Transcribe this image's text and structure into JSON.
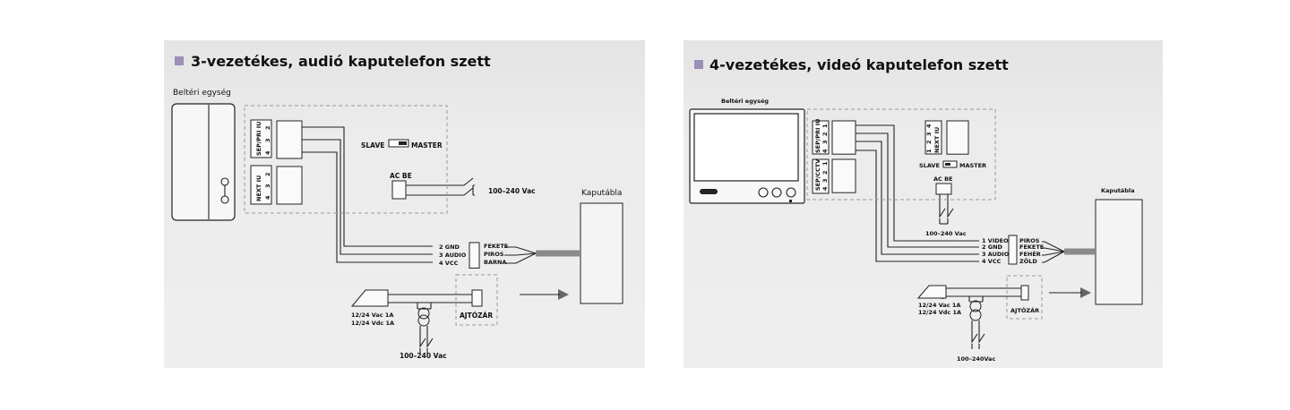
{
  "colors": {
    "accent_square": "#9b8fb6",
    "cable": "#8a8a8a",
    "background": "#e9e9e9"
  },
  "audio_panel": {
    "title": "3-vezetékes, audió kaputelefon szett",
    "indoor_unit_label": "Beltéri egység",
    "terminal_block_1_label": "SEP/PRI IU",
    "terminal_block_1_numbers": [
      "4",
      "3",
      "2"
    ],
    "terminal_block_2_label": "NEXT IU",
    "terminal_block_2_numbers": [
      "4",
      "3",
      "2"
    ],
    "slave_label": "SLAVE",
    "master_label": "MASTER",
    "power_terminal_label": "AC BE",
    "mains_label": "100–240 Vac",
    "door_panel_label": "Kaputábla",
    "wires": [
      {
        "terminal": "2 GND",
        "color": "FEKETE"
      },
      {
        "terminal": "3 AUDIO",
        "color": "PIROS"
      },
      {
        "terminal": "4 VCC",
        "color": "BARNA"
      }
    ],
    "lock_supply_lines": [
      "12/24 Vac 1A",
      "12/24 Vdc 1A"
    ],
    "lock_label": "AJTÓZÁR",
    "transformer_mains_label": "100–240 Vac"
  },
  "video_panel": {
    "title": "4-vezetékes, videó kaputelefon szett",
    "indoor_unit_label": "Beltéri egység",
    "terminal_block_1_label": "SEP/PRI IU",
    "terminal_block_1_numbers": [
      "4",
      "3",
      "2",
      "1"
    ],
    "terminal_block_2_label": "SEP/CCTV",
    "terminal_block_2_numbers": [
      "4",
      "3",
      "2",
      "1"
    ],
    "terminal_block_3_label": "NEXT IU",
    "terminal_block_3_numbers": [
      "1",
      "2",
      "3",
      "4"
    ],
    "slave_label": "SLAVE",
    "master_label": "MASTER",
    "power_terminal_label": "AC BE",
    "mains_label": "100–240 Vac",
    "door_panel_label": "Kaputábla",
    "wires": [
      {
        "terminal": "1 VIDEO",
        "color": "PIROS"
      },
      {
        "terminal": "2 GND",
        "color": "FEKETE"
      },
      {
        "terminal": "3 AUDIO",
        "color": "FEHÉR"
      },
      {
        "terminal": "4 VCC",
        "color": "ZÖLD"
      }
    ],
    "lock_supply_lines": [
      "12/24 Vac 1A",
      "12/24 Vdc 1A"
    ],
    "lock_label": "AJTÓZÁR",
    "transformer_mains_label": "100–240Vac"
  }
}
